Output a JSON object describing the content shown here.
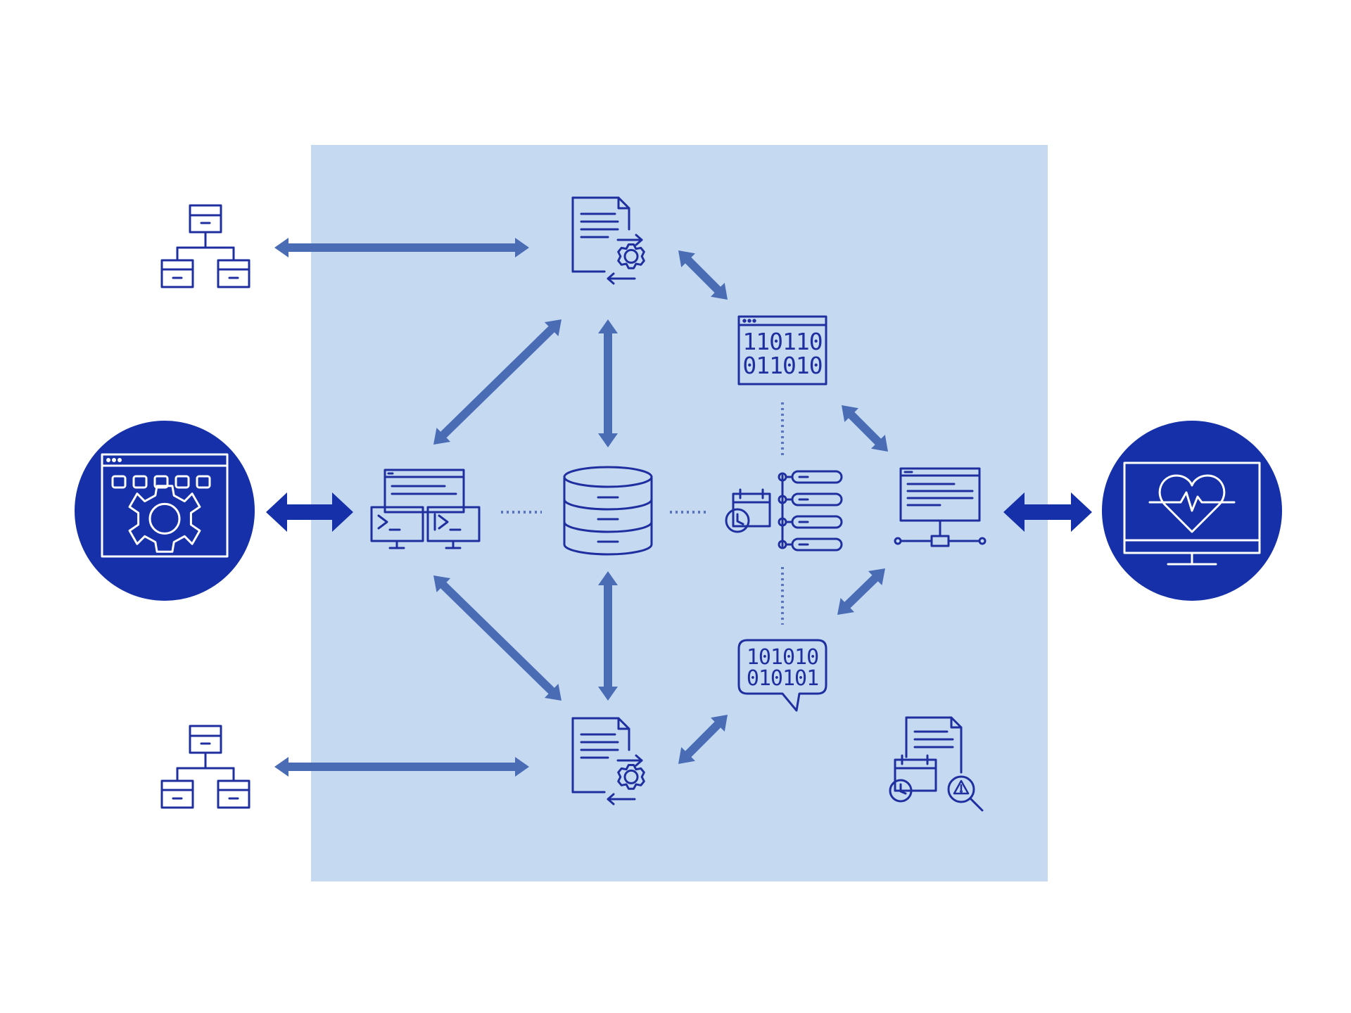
{
  "colors": {
    "background": "#ffffff",
    "panel": "#c5daf1",
    "icon_stroke": "#1f2fa0",
    "arrow": "#4a6cb5",
    "accent_circle": "#1530a8",
    "dotted": "#5a75bb"
  },
  "diagram": {
    "nodes": [
      {
        "id": "hierarchy-top",
        "icon": "org-chart-icon"
      },
      {
        "id": "hierarchy-bottom",
        "icon": "org-chart-icon"
      },
      {
        "id": "admin-settings",
        "icon": "app-window-gear-icon"
      },
      {
        "id": "monitoring",
        "icon": "monitor-heartbeat-icon"
      },
      {
        "id": "doc-process-top",
        "icon": "document-gear-icon"
      },
      {
        "id": "doc-process-bottom",
        "icon": "document-gear-icon"
      },
      {
        "id": "terminals",
        "icon": "terminal-windows-icon"
      },
      {
        "id": "database",
        "icon": "database-icon"
      },
      {
        "id": "scheduler",
        "icon": "calendar-timeline-icon"
      },
      {
        "id": "binary-window",
        "icon": "binary-window-icon"
      },
      {
        "id": "binary-message",
        "icon": "binary-chat-bubble-icon"
      },
      {
        "id": "network-server",
        "icon": "network-window-icon"
      },
      {
        "id": "audit-report",
        "icon": "document-audit-icon"
      }
    ]
  },
  "binary_window": {
    "line1": "110110",
    "line2": "011010"
  },
  "binary_message": {
    "line1": "101010",
    "line2": "010101"
  }
}
